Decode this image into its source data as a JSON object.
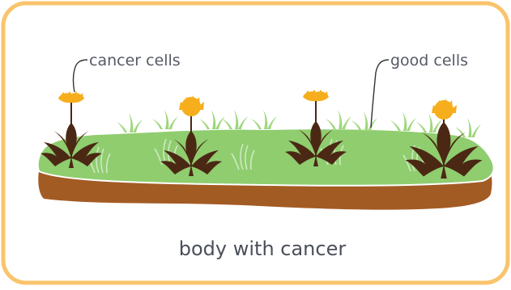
{
  "labels": {
    "cancer_cells": "cancer cells",
    "good_cells": "good cells"
  },
  "caption": "body with cancer",
  "colors": {
    "frame_border": "#f9c46c",
    "background": "#ffffff",
    "grass_top": "#8fcd6f",
    "soil": "#a35b24",
    "flower": "#f6ae1d",
    "weed_leaves": "#4b2814",
    "grass_blades": "#9fd67c",
    "text": "#555a64"
  },
  "icons": {
    "weed": "dandelion-weed-icon",
    "grass": "grass-icon"
  }
}
